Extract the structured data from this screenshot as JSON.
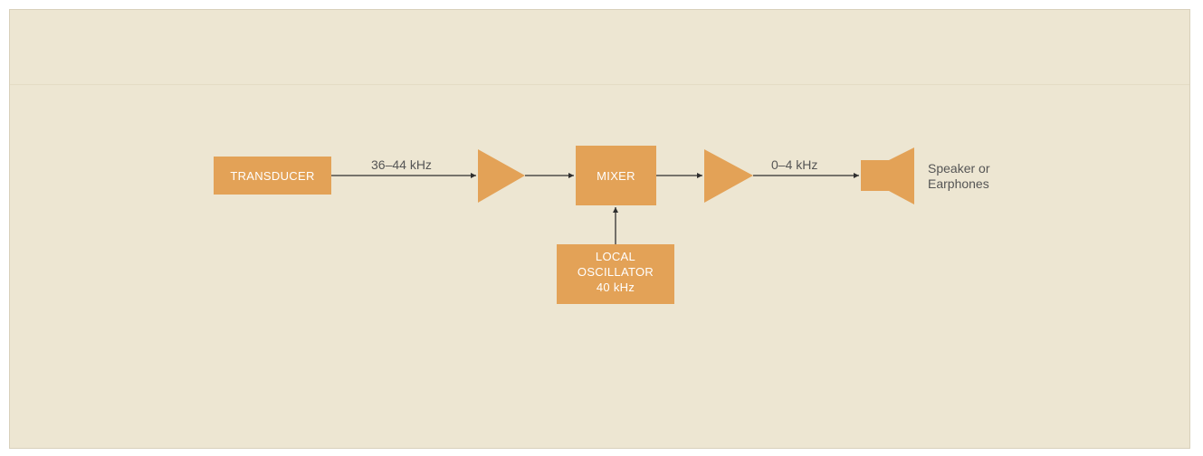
{
  "diagram": {
    "blocks": {
      "transducer": "TRANSDUCER",
      "mixer": "MIXER",
      "local_oscillator": [
        "LOCAL",
        "OSCILLATOR",
        "40 kHz"
      ]
    },
    "signals": {
      "input_band": "36–44 kHz",
      "output_band": "0–4 kHz"
    },
    "output_device": [
      "Speaker or",
      "Earphones"
    ]
  },
  "colors": {
    "block_fill": "#e3a257",
    "background": "#ede6d2",
    "line": "#333333",
    "label_text": "#555555",
    "block_text": "#ffffff"
  },
  "icons": [
    "amplifier-triangle",
    "amplifier-triangle",
    "speaker-icon"
  ]
}
